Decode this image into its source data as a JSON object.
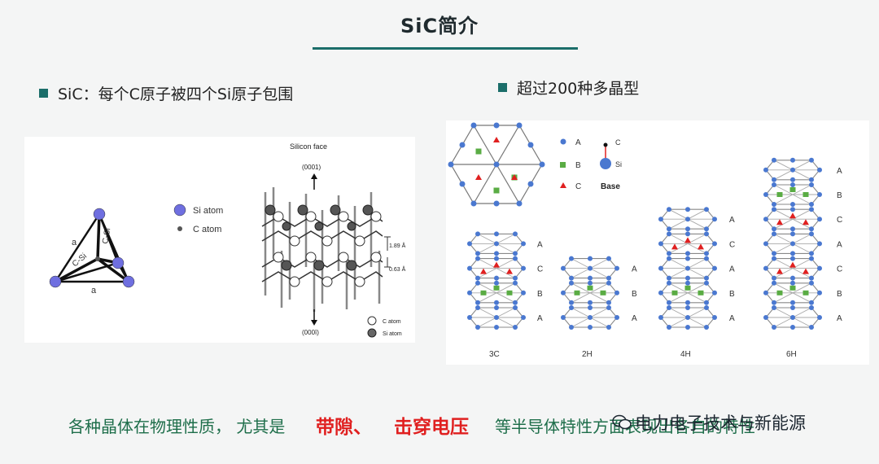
{
  "title": "SiC简介",
  "left_bullet": "SiC：每个C原子被四个Si原子包围",
  "right_bullet": "超过200种多晶型",
  "tetra": {
    "label_a_left": "a",
    "label_a_bottom": "a",
    "label_csi_1": "C-Si",
    "label_csi_2": "C-Si",
    "legend_si": "Si atom",
    "legend_c": "C atom"
  },
  "lattice": {
    "face": "Silicon face",
    "top_dir": "(0001)",
    "bottom_dir": "(000ī)",
    "dim1": "1.89 Å",
    "dim2": "0.63 Å",
    "legend_c": "C  atom",
    "legend_si": "Si  atom"
  },
  "legend": {
    "a": "A",
    "b": "B",
    "c": "C",
    "top": "C",
    "bottom": "Si",
    "base": "Base"
  },
  "polytypes": {
    "p3c": {
      "name": "3C",
      "layers": [
        "A",
        "C",
        "B",
        "A"
      ]
    },
    "p2h": {
      "name": "2H",
      "layers": [
        "A",
        "B",
        "A"
      ]
    },
    "p4h": {
      "name": "4H",
      "layers": [
        "A",
        "C",
        "A",
        "B",
        "A"
      ]
    },
    "p6h": {
      "name": "6H",
      "layers": [
        "A",
        "B",
        "C",
        "A",
        "C",
        "B",
        "A"
      ]
    }
  },
  "footer": {
    "pre": "各种晶体在物理性质，  尤其是",
    "hl1": "带隙、",
    "hl2": "击穿电压",
    "post": "等半导体特性方面表现出各自的特性"
  },
  "watermark": "电力电子技术与新能源",
  "colors": {
    "teal": "#1b6e6a",
    "blue": "#4a78d0",
    "green": "#5aac44",
    "red": "#e02020"
  }
}
